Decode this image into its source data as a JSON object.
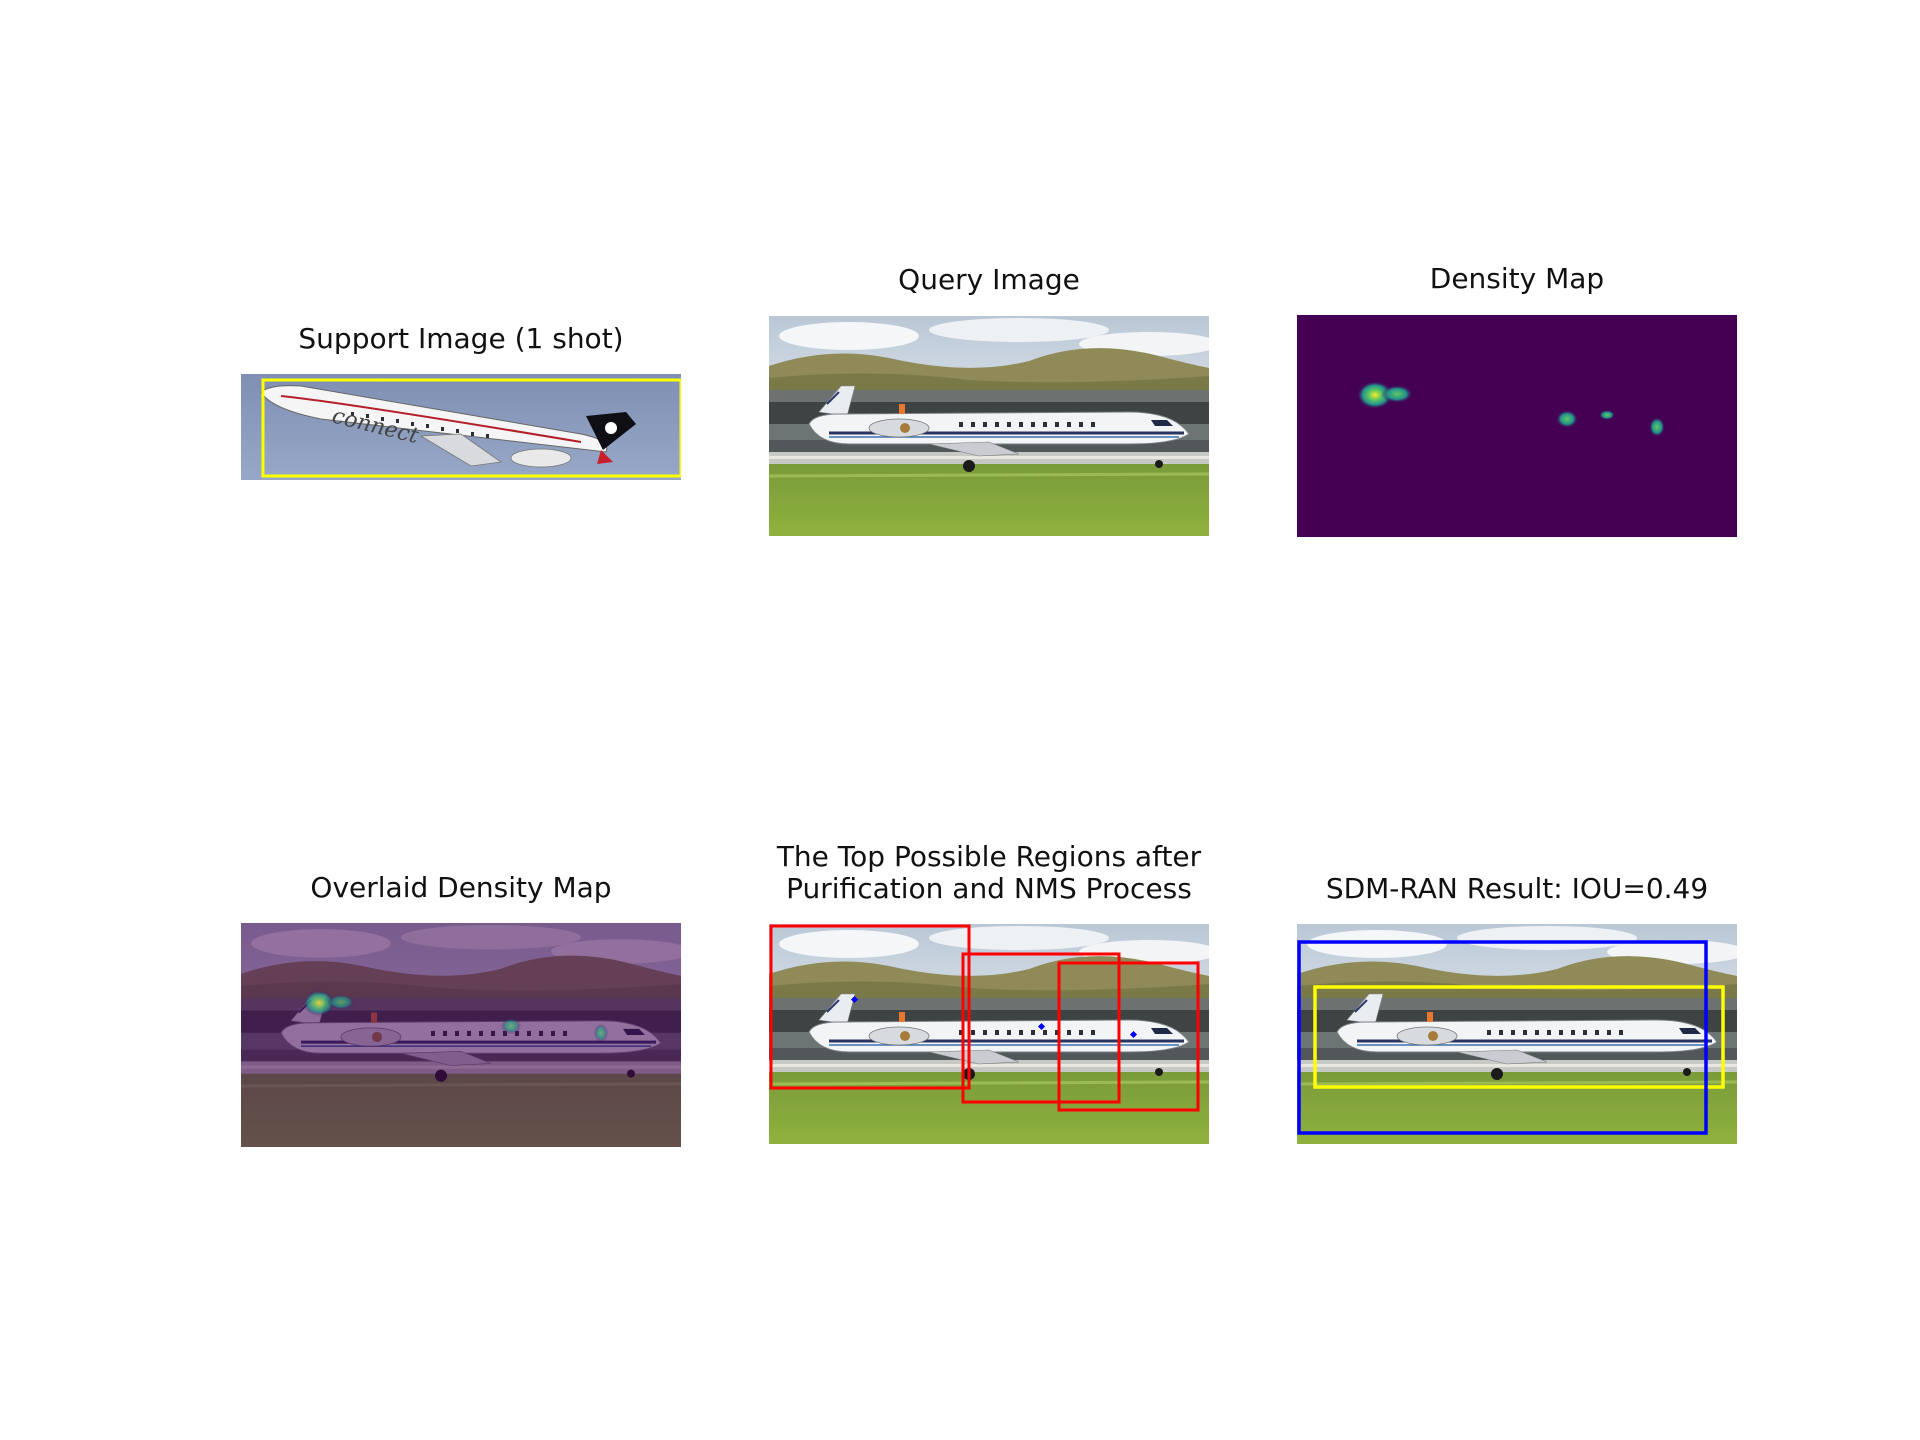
{
  "panels": {
    "support": {
      "title": "Support Image (1 shot)"
    },
    "query": {
      "title": "Query Image"
    },
    "density": {
      "title": "Density Map"
    },
    "overlay": {
      "title": "Overlaid Density Map"
    },
    "regions": {
      "title_line1": "The Top Possible Regions after",
      "title_line2": "Purification and NMS Process"
    },
    "result": {
      "title": "SDM-RAN Result: IOU=0.49"
    }
  },
  "colors": {
    "support_box": "#ffff00",
    "region_boxes": "#ff0000",
    "prediction_box": "#0000ff",
    "ground_truth_box": "#ffff00",
    "density_background": "#440154"
  },
  "icons": {
    "airplane": "airplane-photo"
  }
}
